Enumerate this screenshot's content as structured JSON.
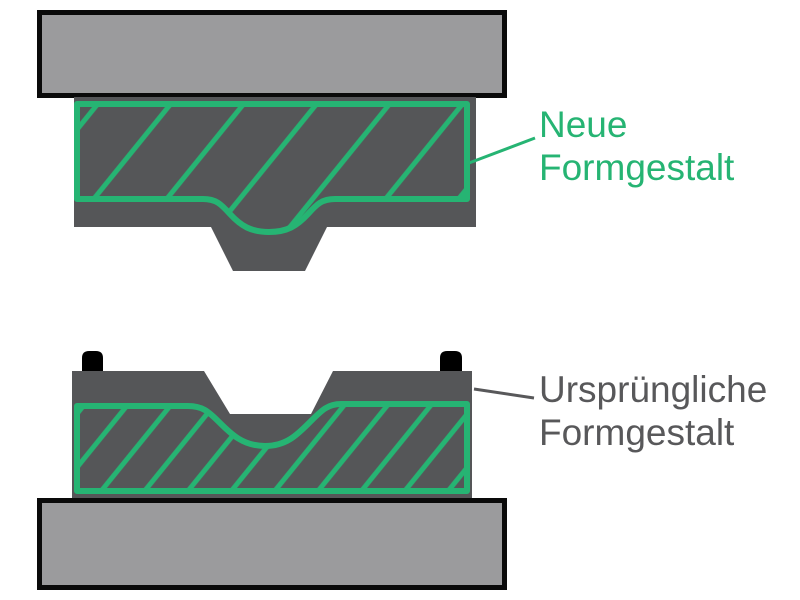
{
  "diagram": {
    "title_visible": false,
    "labels": {
      "new_shape": {
        "line1": "Neue",
        "line2": "Formgestalt"
      },
      "original_shape": {
        "line1": "Ursprüngliche",
        "line2": "Formgestalt"
      }
    }
  },
  "colors": {
    "background": "#ffffff",
    "green": "#26b473",
    "dark_gray": "#555658",
    "light_gray": "#9b9b9d",
    "platen_border": "#0a0a0a",
    "label_gray": "#58585a",
    "stop_block_black": "#000000"
  }
}
